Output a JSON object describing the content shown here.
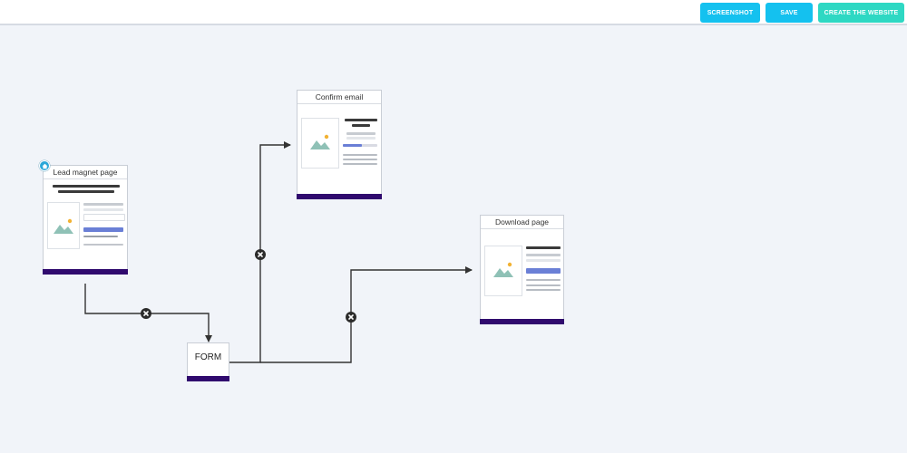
{
  "toolbar": {
    "screenshot_label": "SCREENSHOT",
    "save_label": "SAVE",
    "create_label": "CREATE THE WEBSITE"
  },
  "colors": {
    "toolbar_button": "#14c1ef",
    "create_button": "#2ed8c3",
    "node_footer": "#300a6e",
    "canvas_background": "#f1f4f9",
    "connector": "#333333"
  },
  "nodes": {
    "lead_magnet": {
      "title": "Lead magnet page",
      "badge_icon": "home-icon"
    },
    "confirm_email": {
      "title": "Confirm email"
    },
    "download": {
      "title": "Download page"
    },
    "form": {
      "label": "FORM"
    }
  },
  "connectors": [
    {
      "from": "Lead magnet page",
      "to": "FORM",
      "delete_icon": "close-circle-icon"
    },
    {
      "from": "FORM",
      "to": "Confirm email",
      "delete_icon": "close-circle-icon"
    },
    {
      "from": "FORM",
      "to": "Download page",
      "delete_icon": "close-circle-icon"
    }
  ]
}
